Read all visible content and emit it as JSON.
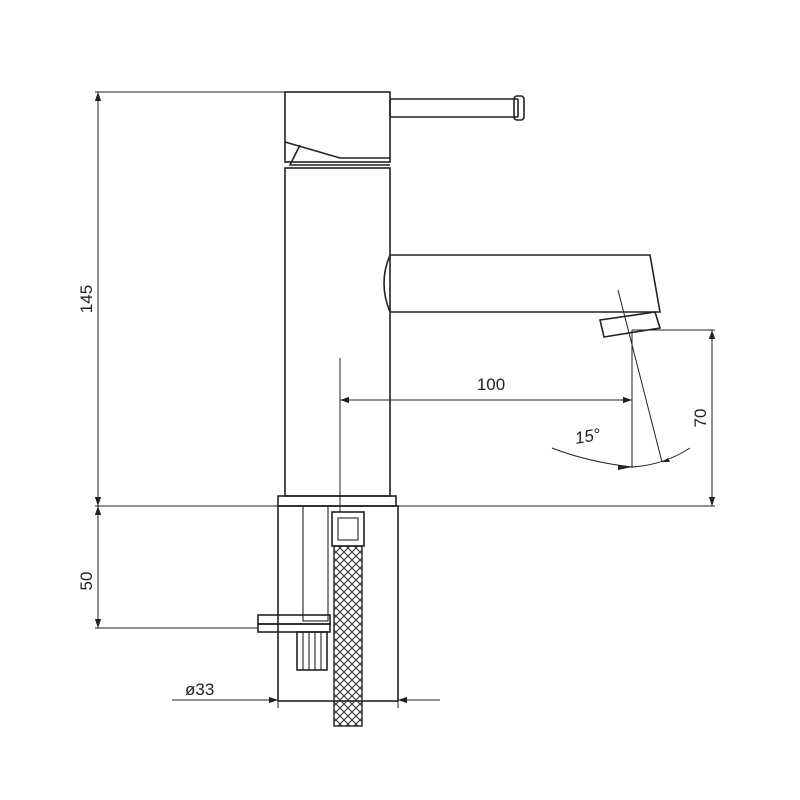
{
  "dimensions": {
    "total_height": "145",
    "base_height": "50",
    "spout_reach": "100",
    "spout_clearance": "70",
    "spout_angle": "15°",
    "base_diameter": "ø33"
  }
}
